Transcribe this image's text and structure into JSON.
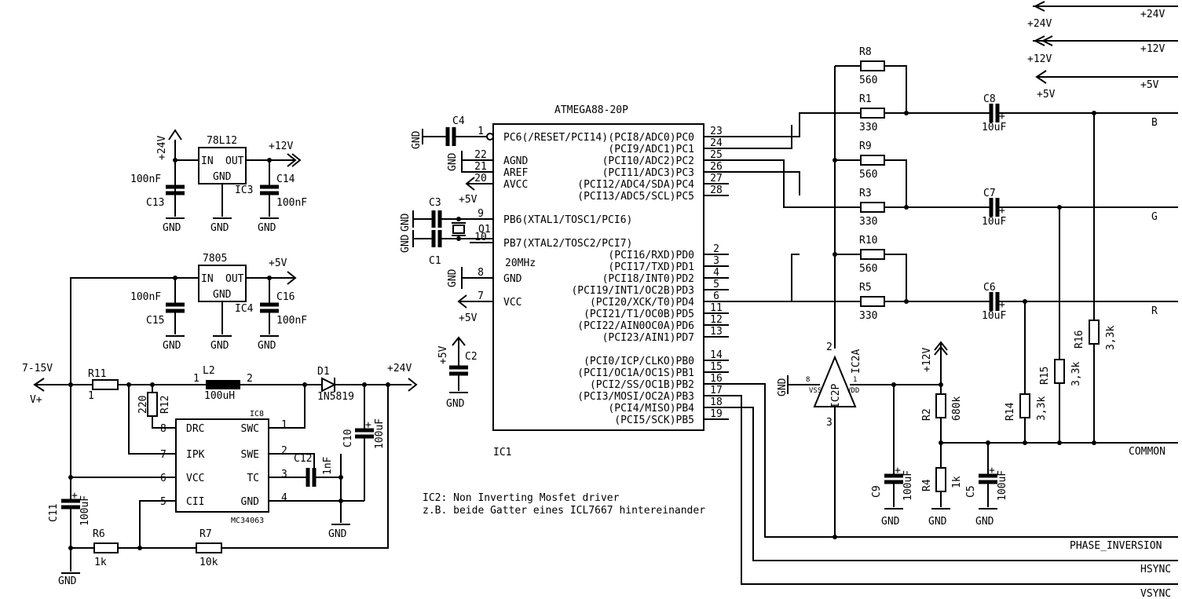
{
  "supply": {
    "p24": "+24V",
    "p12": "+12V",
    "p5": "+5V",
    "rail_p24": "+24V",
    "rail_p12": "+12V",
    "rail_p5": "+5V",
    "reg1_in": "+24V",
    "reg1_out": "+12V",
    "reg2_out": "+5V",
    "boost_out": "+24V",
    "vin_range": "7-15V",
    "vin_label": "V+",
    "mcu_vcc_label": "+5V",
    "mcu_vcc2_label": "+5V",
    "c2_label": "+5V",
    "r2_top": "+12V"
  },
  "regulators": [
    {
      "name": "78L12",
      "ref": "IC3",
      "in": "IN",
      "out": "OUT",
      "gnd": "GND"
    },
    {
      "name": "7805",
      "ref": "IC4",
      "in": "IN",
      "out": "OUT",
      "gnd": "GND"
    }
  ],
  "capacitors": {
    "c13": "C13",
    "c13v": "100nF",
    "c14": "C14",
    "c14v": "100nF",
    "c15": "C15",
    "c15v": "100nF",
    "c16": "C16",
    "c16v": "100nF",
    "c10": "C10",
    "c10v": "100uF",
    "c11": "C11",
    "c11v": "100uF",
    "c12": "C12",
    "c12v": "1nF",
    "c1": "C1",
    "c2": "C2",
    "c3": "C3",
    "c4": "C4",
    "c5": "C5",
    "c5v": "100uF",
    "c6": "C6",
    "c6v": "10uF",
    "c7": "C7",
    "c7v": "10uF",
    "c8": "C8",
    "c8v": "10uF",
    "c9": "C9",
    "c9v": "100uF"
  },
  "resistors": {
    "r11": "R11",
    "r12": "R12",
    "r12v": "220",
    "r6": "R6",
    "r6v": "1k",
    "r7": "R7",
    "r7v": "10k",
    "r8": "R8",
    "r8v": "560",
    "r1": "R1",
    "r1v": "330",
    "r9": "R9",
    "r9v": "560",
    "r3": "R3",
    "r3v": "330",
    "r10": "R10",
    "r10v": "560",
    "r5": "R5",
    "r5v": "330",
    "r2": "R2",
    "r2v": "680k",
    "r4": "R4",
    "r4v": "1k",
    "r14": "R14",
    "r14v": "3,3k",
    "r15": "R15",
    "r15v": "3,3k",
    "r16": "R16",
    "r16v": "3,3k"
  },
  "inductor": {
    "ref": "L2",
    "value": "100uH",
    "pin1": "1",
    "pin2": "2"
  },
  "diode": {
    "ref": "D1",
    "value": "1N5819"
  },
  "mc34063": {
    "ref": "IC8",
    "part": "MC34063",
    "pins_left": [
      {
        "n": "8",
        "label": "DRC"
      },
      {
        "n": "7",
        "label": "IPK"
      },
      {
        "n": "6",
        "label": "VCC"
      },
      {
        "n": "5",
        "label": "CII"
      }
    ],
    "pins_right": [
      {
        "n": "1",
        "label": "SWC"
      },
      {
        "n": "2",
        "label": "SWE"
      },
      {
        "n": "3",
        "label": "TC"
      },
      {
        "n": "4",
        "label": "GND"
      }
    ]
  },
  "mcu": {
    "part": "ATMEGA88-20P",
    "ref": "IC1",
    "crystal": "Q1",
    "freq": "20MHz",
    "left_pins": [
      {
        "n": "1",
        "label": "PC6(/RESET/PCI14)"
      },
      {
        "n": "22",
        "label": "AGND"
      },
      {
        "n": "21",
        "label": "AREF"
      },
      {
        "n": "20",
        "label": "AVCC"
      },
      {
        "n": "9",
        "label": "PB6(XTAL1/TOSC1/PCI6)"
      },
      {
        "n": "10",
        "label": "PB7(XTAL2/TOSC2/PCI7)"
      },
      {
        "n": "8",
        "label": "GND"
      },
      {
        "n": "7",
        "label": "VCC"
      }
    ],
    "right_pins": [
      {
        "n": "23",
        "label": "(PCI8/ADC0)PC0"
      },
      {
        "n": "24",
        "label": "(PCI9/ADC1)PC1"
      },
      {
        "n": "25",
        "label": "(PCI10/ADC2)PC2"
      },
      {
        "n": "26",
        "label": "(PCI11/ADC3)PC3"
      },
      {
        "n": "27",
        "label": "(PCI12/ADC4/SDA)PC4"
      },
      {
        "n": "28",
        "label": "(PCI13/ADC5/SCL)PC5"
      },
      {
        "n": "2",
        "label": "(PCI16/RXD)PD0"
      },
      {
        "n": "3",
        "label": "(PCI17/TXD)PD1"
      },
      {
        "n": "4",
        "label": "(PCI18/INT0)PD2"
      },
      {
        "n": "5",
        "label": "(PCI19/INT1/OC2B)PD3"
      },
      {
        "n": "6",
        "label": "(PCI20/XCK/T0)PD4"
      },
      {
        "n": "11",
        "label": "(PCI21/T1/OC0B)PD5"
      },
      {
        "n": "12",
        "label": "(PCI22/AIN0OC0A)PD6"
      },
      {
        "n": "13",
        "label": "(PCI23/AIN1)PD7"
      },
      {
        "n": "14",
        "label": "(PCI0/ICP/CLKO)PB0"
      },
      {
        "n": "15",
        "label": "(PCI1/OC1A/OC1S)PB1"
      },
      {
        "n": "16",
        "label": "(PCI2/SS/OC1B)PB2"
      },
      {
        "n": "17",
        "label": "(PCI3/MOSI/OC2A)PB3"
      },
      {
        "n": "18",
        "label": "(PCI4/MISO)PB4"
      },
      {
        "n": "19",
        "label": "(PCI5/SCK)PB5"
      }
    ]
  },
  "driver": {
    "ref": "IC2A",
    "ref2": "IC2P",
    "vss": "VSS",
    "vdd": "VDD",
    "pin2": "2",
    "pin3": "3",
    "pin8": "8",
    "pin1": "1"
  },
  "outputs": {
    "b": "B",
    "g": "G",
    "r": "R",
    "common": "COMMON",
    "phase": "PHASE_INVERSION",
    "hsync": "HSYNC",
    "vsync": "VSYNC"
  },
  "gnd": "GND",
  "note": {
    "line1": "IC2: Non Inverting Mosfet driver",
    "line2": "z.B. beide Gatter eines ICL7667 hintereinander"
  }
}
